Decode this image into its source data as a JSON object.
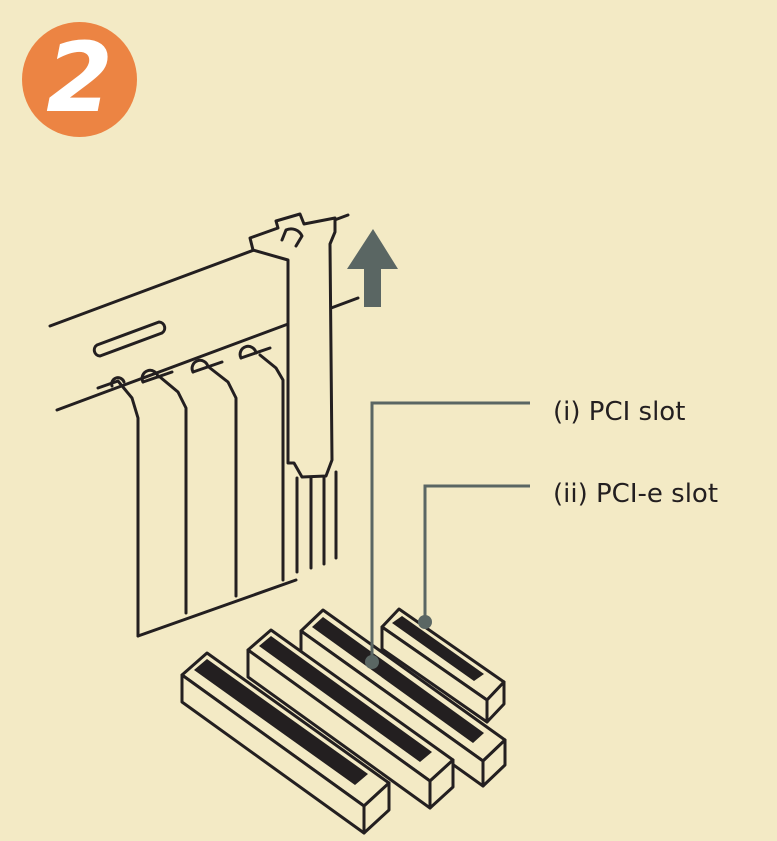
{
  "step": {
    "number": "2"
  },
  "labels": {
    "pci_slot": "(i) PCI slot",
    "pcie_slot": "(ii) PCI-e slot"
  },
  "colors": {
    "background": "#f3eac5",
    "badge": "#ec8443",
    "line": "#231f20",
    "callout": "#5a6663"
  },
  "icons": {
    "arrow": "up-arrow-icon"
  }
}
